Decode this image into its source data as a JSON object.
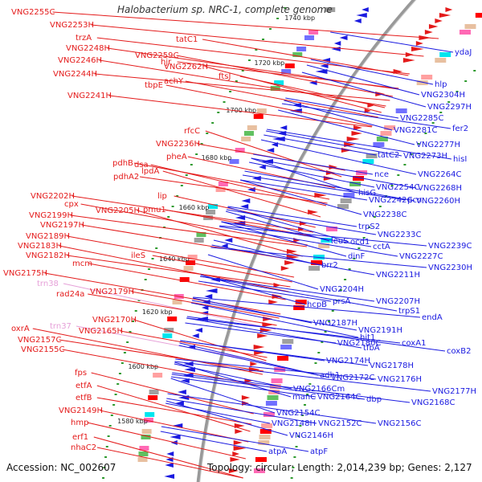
{
  "title": "Halobacterium sp. NRC-1, complete genome",
  "footer": {
    "accession": "Accession: NC_002607",
    "summary": "Topology: circular; Length: 2,014,239 bp; Genes: 2,127"
  },
  "colors": {
    "forward_strand": "#e41a1a",
    "reverse_strand": "#1a1ae0",
    "trna": "#e6a0d8",
    "backbone": "#999999",
    "tick_dot": "#2e9a2e"
  },
  "ticks": [
    "1740 kbp",
    "1720 kbp",
    "1700 kbp",
    "1680 kbp",
    "1660 kbp",
    "1640 kbp",
    "1620 kbp",
    "1600 kbp",
    "1580 kbp"
  ],
  "left_labels": [
    "VNG2255C",
    "VNG2253H",
    "trzA",
    "VNG2248H",
    "VNG2246H",
    "VNG2244H",
    "VNG2241H",
    "tatC1",
    "VNG2259C",
    "VNG2262H",
    "hjr",
    "ftsJ",
    "achY",
    "tbpE",
    "rfcC",
    "VNG2236H",
    "pheA",
    "pdhB",
    "dsa",
    "lpdA",
    "pdhA2",
    "lip",
    "VNG2202H",
    "cpx",
    "VNG2205H",
    "pmu1",
    "VNG2199H",
    "VNG2197H",
    "VNG2189H",
    "VNG2183H",
    "ileS",
    "VNG2182H",
    "mcm",
    "VNG2175H",
    "trn38",
    "VNG2179H",
    "rad24a",
    "trn37",
    "VNG2170H",
    "oxrA",
    "VNG2165H",
    "VNG2157C",
    "VNG2155C",
    "fps",
    "etfA",
    "etfB",
    "VNG2149H",
    "hmp",
    "erf1",
    "nhaC2"
  ],
  "right_labels": [
    "ydaJ",
    "hlp",
    "VNG2304H",
    "VNG2297H",
    "VNG2285C",
    "fer2",
    "VNG2281C",
    "VNG2277H",
    "tatC2",
    "VNG2273H",
    "hisI",
    "VNG2264C",
    "nce",
    "VNG2254C",
    "VNG2268H",
    "hisG",
    "VNG2242C",
    "pcn",
    "VNG2260H",
    "VNG2238C",
    "trpS2",
    "VNG2233C",
    "leuS",
    "ocd1",
    "VNG2239C",
    "cctA",
    "VNG2227C",
    "dinF",
    "VNG2230H",
    "brr2",
    "VNG2211H",
    "VNG2204H",
    "prsA",
    "VNG2207H",
    "hcpB",
    "trpS1",
    "endA",
    "VNG2187H",
    "VNG2191H",
    "hit1",
    "VNG2180C",
    "coxA1",
    "tfbA",
    "coxB2",
    "VNG2174H",
    "VNG2178H",
    "adh1",
    "VNG2172C",
    "VNG2176H",
    "VNG2166Cm",
    "VNG2177H",
    "manC",
    "VNG2164C",
    "dbp",
    "VNG2168C",
    "VNG2154C",
    "VNG2148H",
    "VNG2152C",
    "VNG2156C",
    "VNG2146H",
    "atpA",
    "atpF"
  ]
}
